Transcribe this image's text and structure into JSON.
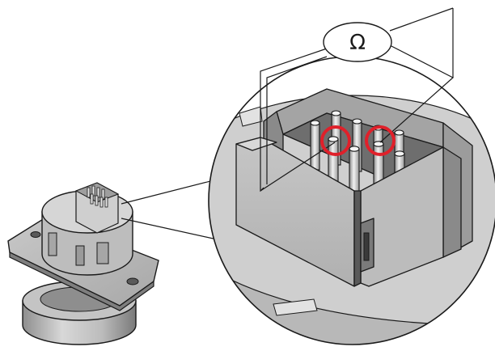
{
  "callout": {
    "symbol": "Ω",
    "meaning": "resistance-measurement-between-pins"
  },
  "colors": {
    "highlight_ring": "#e0202a",
    "part_body": "#d4d4d4",
    "part_shadow": "#9a9a9a",
    "outline": "#1a1a1a",
    "background": "#ffffff"
  },
  "parts": {
    "overview": "socket-assembly-with-flange",
    "detail": "magnified-connector-pin-header",
    "highlighted_pins": 2
  }
}
